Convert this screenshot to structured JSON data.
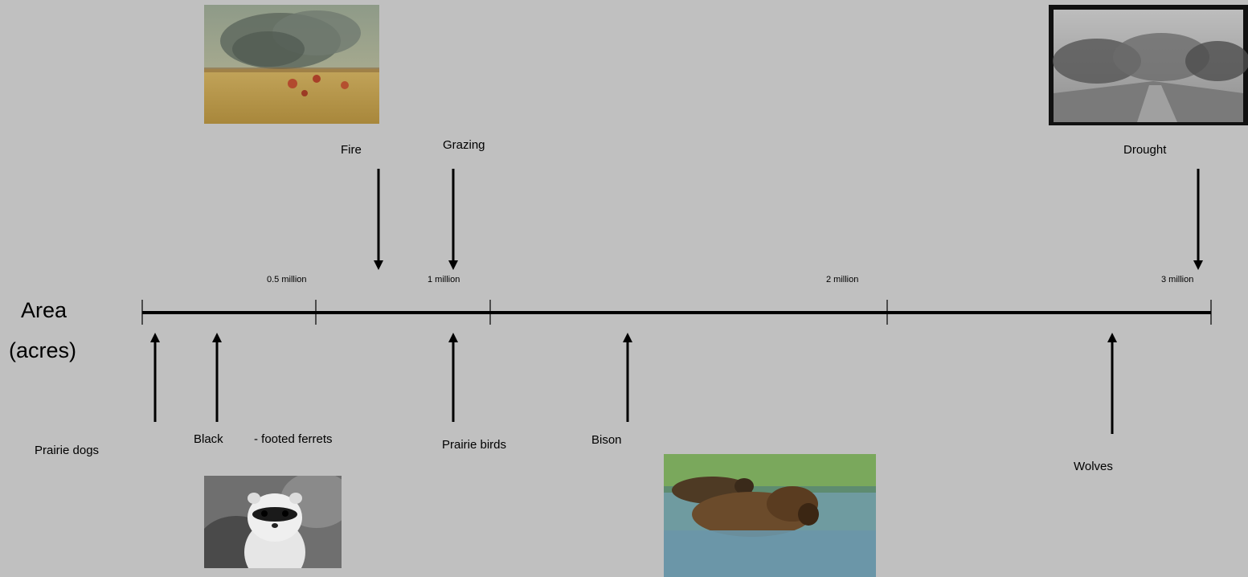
{
  "axis": {
    "title_line1": "Area",
    "title_line2": "(acres)",
    "ticks": [
      "0.5 million",
      "1 million",
      "2 million",
      "3 million"
    ]
  },
  "processes": {
    "fire": "Fire",
    "grazing": "Grazing",
    "drought": "Drought"
  },
  "species": {
    "prairie_dogs": "Prairie dogs",
    "black": "Black",
    "footed_ferrets": "- footed ferrets",
    "prairie_birds": "Prairie birds",
    "bison": "Bison",
    "wolves": "Wolves"
  },
  "colors": {
    "background": "#c0c0c0",
    "line": "#000000"
  }
}
